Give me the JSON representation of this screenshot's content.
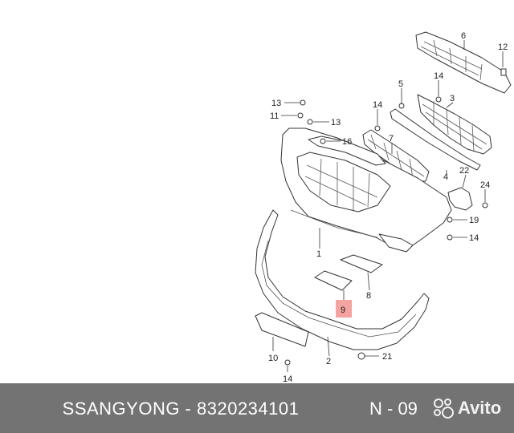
{
  "diagram": {
    "callouts": [
      {
        "id": "c6",
        "text": "6"
      },
      {
        "id": "c12",
        "text": "12"
      },
      {
        "id": "c5",
        "text": "5"
      },
      {
        "id": "c14a",
        "text": "14"
      },
      {
        "id": "c3",
        "text": "3"
      },
      {
        "id": "c13a",
        "text": "13"
      },
      {
        "id": "c11",
        "text": "11"
      },
      {
        "id": "c14b",
        "text": "14"
      },
      {
        "id": "c13b",
        "text": "13"
      },
      {
        "id": "c16",
        "text": "16"
      },
      {
        "id": "c7",
        "text": "7"
      },
      {
        "id": "c4",
        "text": "4"
      },
      {
        "id": "c22",
        "text": "22"
      },
      {
        "id": "c24",
        "text": "24"
      },
      {
        "id": "c19",
        "text": "19"
      },
      {
        "id": "c14c",
        "text": "14"
      },
      {
        "id": "c1",
        "text": "1"
      },
      {
        "id": "c8",
        "text": "8"
      },
      {
        "id": "c9",
        "text": "9"
      },
      {
        "id": "c10",
        "text": "10"
      },
      {
        "id": "c2",
        "text": "2"
      },
      {
        "id": "c21",
        "text": "21"
      },
      {
        "id": "c14d",
        "text": "14"
      }
    ],
    "highlight_color": "#f4a3a0"
  },
  "footer": {
    "caption": "SSANGYONG - 8320234101",
    "page_ref": "N - 09",
    "watermark": "Avito",
    "background": "#737373"
  }
}
